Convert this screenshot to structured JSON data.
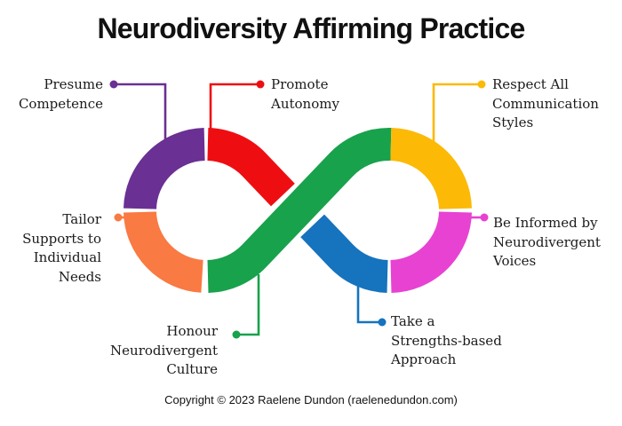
{
  "title": "Neurodiversity Affirming Practice",
  "copyright": "Copyright © 2023 Raelene Dundon (raelenedundon.com)",
  "labels": {
    "presume_competence": "Presume\nCompetence",
    "promote_autonomy": "Promote\nAutonomy",
    "respect_all_communication": "Respect All\nCommunication\nStyles",
    "tailor_supports": "Tailor\nSupports to\nIndividual\nNeeds",
    "be_informed": "Be Informed by\nNeurodivergent\nVoices",
    "honour_culture": "Honour\nNeurodivergent\nCulture",
    "strengths_based": "Take a\nStrengths-based\nApproach"
  },
  "colors": {
    "purple": "#6A3093",
    "red": "#EE0E12",
    "orange": "#F97A42",
    "green": "#18A24C",
    "yellow": "#FCB906",
    "magenta": "#E842D3",
    "blue": "#1673BE"
  }
}
